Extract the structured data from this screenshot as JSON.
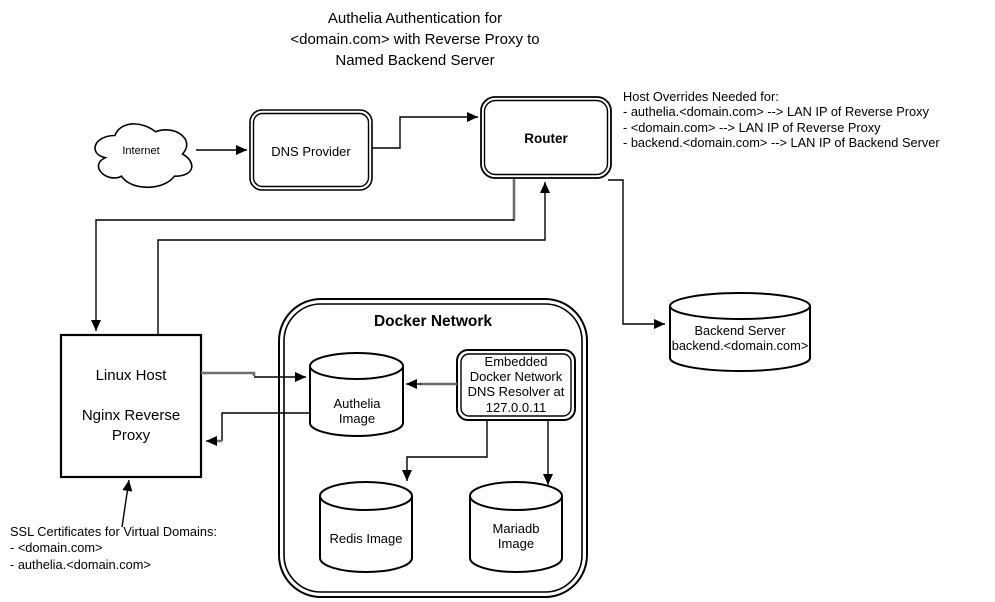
{
  "diagram": {
    "title": "Authelia Authentication for\n<domain.com> with Reverse Proxy to\nNamed Backend Server",
    "nodes": {
      "internet": "Internet",
      "dns_provider": "DNS Provider",
      "router": "Router",
      "linux_host": "Linux Host\n\nNginx Reverse\nProxy",
      "docker_network": "Docker Network",
      "authelia_image": "Authelia\nImage",
      "dns_resolver": "Embedded\nDocker Network\nDNS Resolver at\n127.0.0.11",
      "redis_image": "Redis Image",
      "mariadb_image": "Mariadb\nImage",
      "backend_server": "Backend Server\nbackend.<domain.com>"
    },
    "annotations": {
      "host_overrides": "Host Overrides Needed for:\n - authelia.<domain.com> --> LAN IP of Reverse Proxy\n - <domain.com> --> LAN IP of Reverse Proxy\n - backend.<domain.com> --> LAN IP of Backend Server",
      "ssl_note": "SSL Certificates for Virtual Domains:\n -  <domain.com>\n - authelia.<domain.com>"
    },
    "edges": [
      {
        "from": "Internet",
        "to": "DNS Provider"
      },
      {
        "from": "DNS Provider",
        "to": "Router"
      },
      {
        "from": "Router",
        "to": "Linux Host"
      },
      {
        "from": "Linux Host",
        "to": "Router"
      },
      {
        "from": "Router",
        "to": "Backend Server"
      },
      {
        "from": "Linux Host",
        "to": "Authelia Image"
      },
      {
        "from": "Authelia Image",
        "to": "Linux Host"
      },
      {
        "from": "DNS Resolver",
        "to": "Authelia Image"
      },
      {
        "from": "DNS Resolver",
        "to": "Redis Image"
      },
      {
        "from": "DNS Resolver",
        "to": "Mariadb Image"
      },
      {
        "from": "SSL note",
        "to": "Linux Host"
      }
    ],
    "colors": {
      "stroke": "#000000",
      "secondary_stroke": "#6e6e6e",
      "background": "#ffffff"
    }
  }
}
